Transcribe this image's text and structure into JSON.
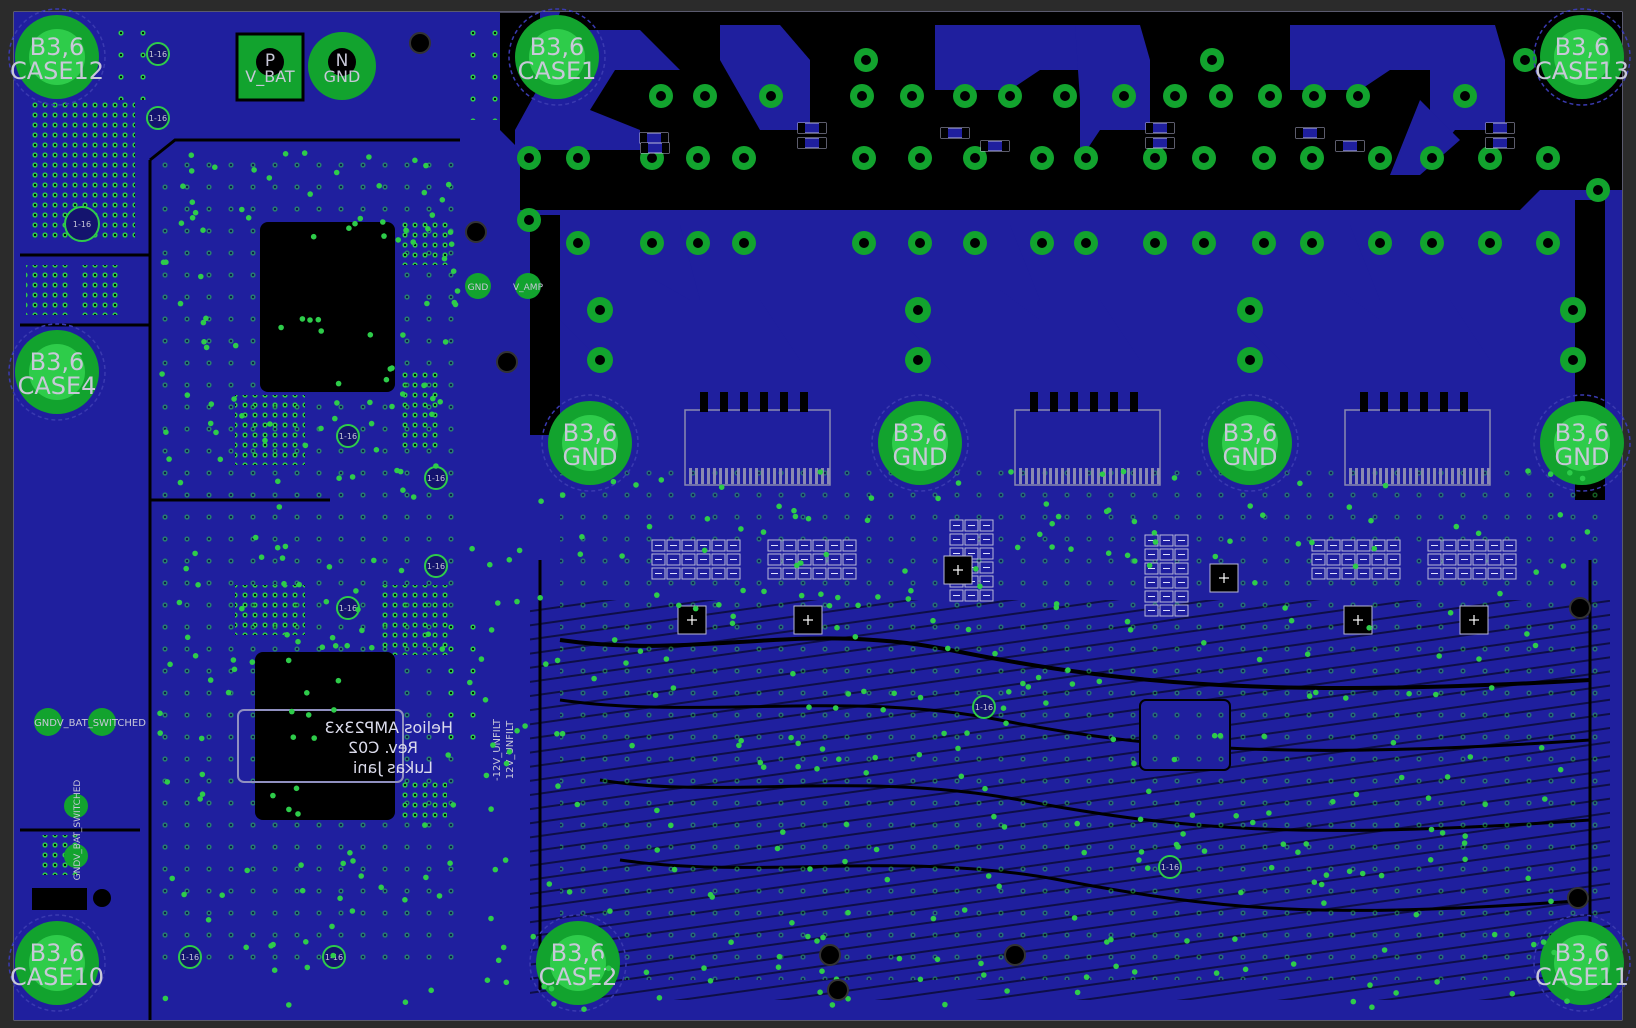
{
  "board": {
    "colors": {
      "background": "#2b2b2b",
      "copper": "#1f1f9e",
      "copper_dark": "#14146e",
      "void": "#000000",
      "pad": "#12a32e",
      "pad_light": "#2ecc4a",
      "drill": "#7cff8c",
      "silk": "#c8c8d8",
      "outline": "#8a8ab0"
    },
    "holes": [
      {
        "id": "case12",
        "line1": "B3,6",
        "line2": "CASE12"
      },
      {
        "id": "case1",
        "line1": "B3,6",
        "line2": "CASE1"
      },
      {
        "id": "case13",
        "line1": "B3,6",
        "line2": "CASE13"
      },
      {
        "id": "case4",
        "line1": "B3,6",
        "line2": "CASE4"
      },
      {
        "id": "gnd1",
        "line1": "B3,6",
        "line2": "GND"
      },
      {
        "id": "gnd2",
        "line1": "B3,6",
        "line2": "GND"
      },
      {
        "id": "gnd3",
        "line1": "B3,6",
        "line2": "GND"
      },
      {
        "id": "gnd4",
        "line1": "B3,6",
        "line2": "GND"
      },
      {
        "id": "case10",
        "line1": "B3,6",
        "line2": "CASE10"
      },
      {
        "id": "case2",
        "line1": "B3,6",
        "line2": "CASE2"
      },
      {
        "id": "case11",
        "line1": "B3,6",
        "line2": "CASE11"
      }
    ],
    "connectors": {
      "p_label": "P",
      "v_bat": "V_BAT",
      "n_label": "N",
      "gnd": "GND"
    },
    "via_label": "1-16",
    "small_labels": {
      "gnd": "GND",
      "v_amp": "V_AMP",
      "gndv_bat_switched": "GNDV_BAT_SWITCHED",
      "v12_unfilt": "12V_UNFILT",
      "neg12_unfilt": "-12V_UNFILT"
    },
    "silk_notes": [
      "Helios AMP23x3",
      "Rev. C02",
      "Lukas Jani"
    ]
  }
}
